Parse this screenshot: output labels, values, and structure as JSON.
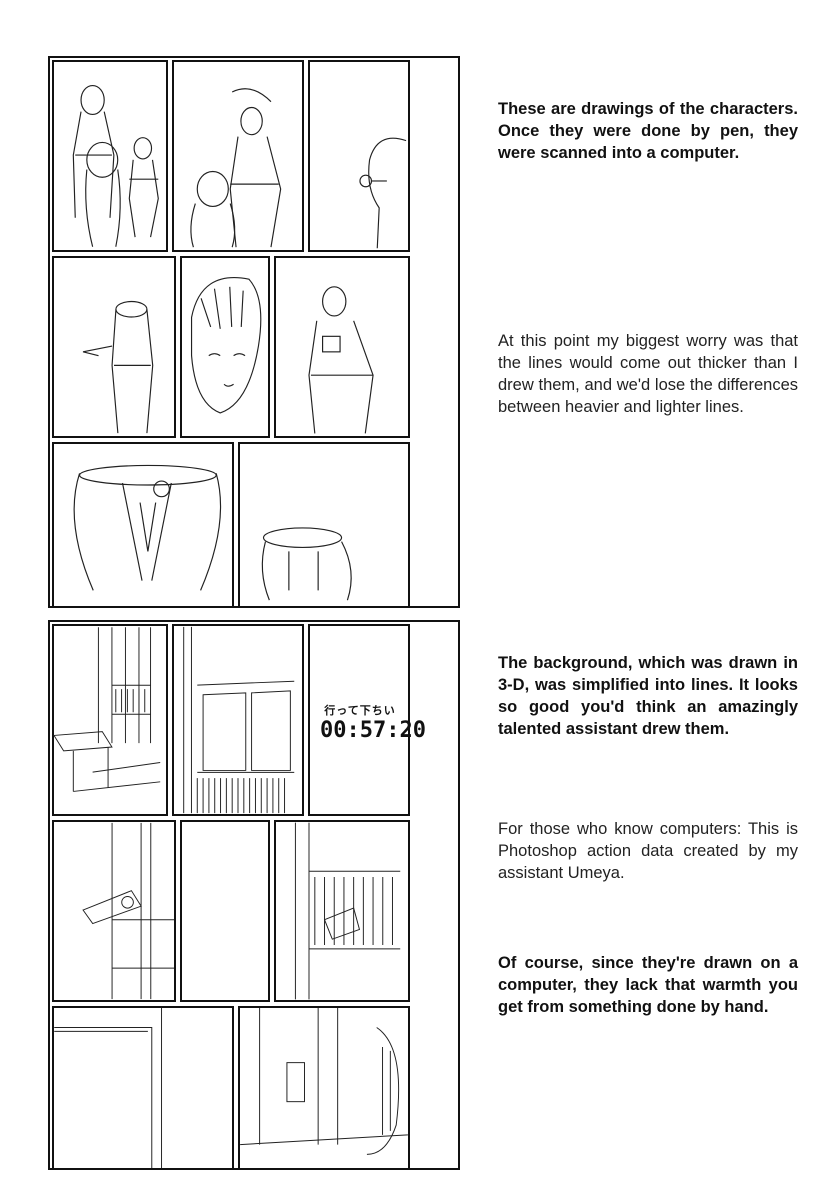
{
  "captions": {
    "characters": "These are drawings of the characters. Once they were done by pen, they were scanned into a computer.",
    "worry": "At this point my biggest worry was that the lines would come out thicker than I drew them, and we'd lose the differences between heavier and lighter lines.",
    "background": "The background, which was drawn in 3-D, was simplified into lines. It looks so good you'd think an amazingly talented assistant drew them.",
    "photoshop": "For those who know computers: This is Photoshop action data created by my assistant Umeya.",
    "warmth": "Of course, since they're drawn on a computer, they lack that warmth you get from something done by hand."
  },
  "timer": {
    "jp_text": "行って下ちい",
    "time_text": "00:57:20"
  }
}
